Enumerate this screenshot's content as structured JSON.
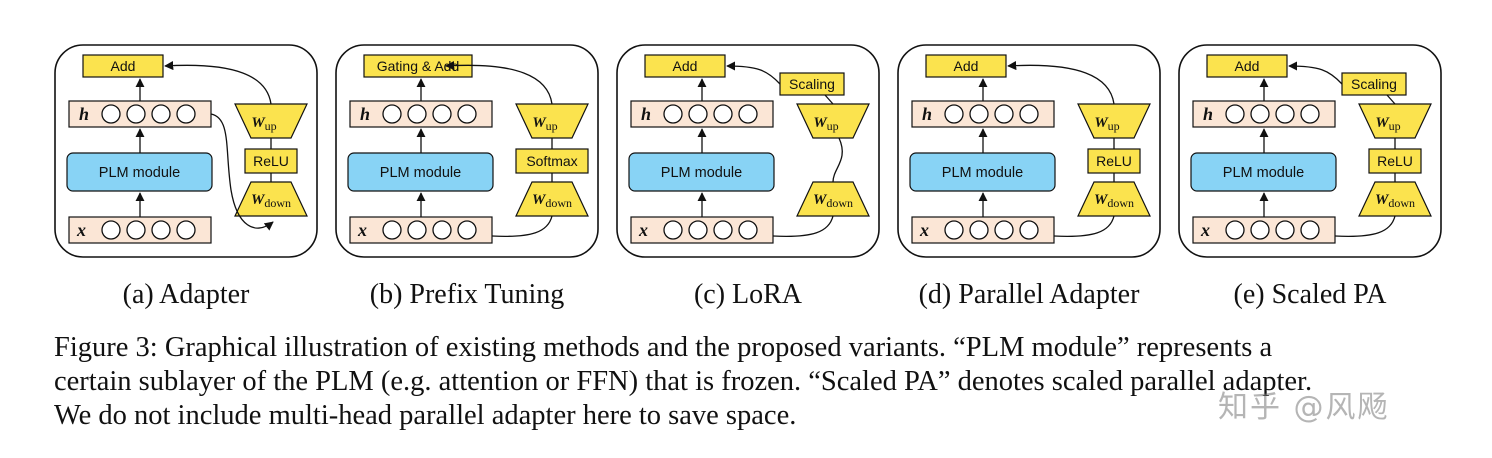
{
  "figure": {
    "panels": [
      {
        "id": "a",
        "caption": "(a) Adapter",
        "add_label": "Add",
        "module_label": "PLM module",
        "hidden_var": "h",
        "input_var": "x",
        "up_label": "W",
        "up_sub": "up",
        "act_label": "ReLU",
        "down_label": "W",
        "down_sub": "down",
        "scaling": ""
      },
      {
        "id": "b",
        "caption": "(b) Prefix Tuning",
        "add_label": "Gating & Add",
        "module_label": "PLM module",
        "hidden_var": "h",
        "input_var": "x",
        "up_label": "W",
        "up_sub": "up",
        "act_label": "Softmax",
        "down_label": "W",
        "down_sub": "down",
        "scaling": ""
      },
      {
        "id": "c",
        "caption": "(c) LoRA",
        "add_label": "Add",
        "module_label": "PLM module",
        "hidden_var": "h",
        "input_var": "x",
        "up_label": "W",
        "up_sub": "up",
        "act_label": "",
        "down_label": "W",
        "down_sub": "down",
        "scaling": "Scaling"
      },
      {
        "id": "d",
        "caption": "(d) Parallel Adapter",
        "add_label": "Add",
        "module_label": "PLM module",
        "hidden_var": "h",
        "input_var": "x",
        "up_label": "W",
        "up_sub": "up",
        "act_label": "ReLU",
        "down_label": "W",
        "down_sub": "down",
        "scaling": ""
      },
      {
        "id": "e",
        "caption": "(e) Scaled PA",
        "add_label": "Add",
        "module_label": "PLM module",
        "hidden_var": "h",
        "input_var": "x",
        "up_label": "W",
        "up_sub": "up",
        "act_label": "ReLU",
        "down_label": "W",
        "down_sub": "down",
        "scaling": "Scaling"
      }
    ]
  },
  "caption": {
    "line1": "Figure 3: Graphical illustration of existing methods and the proposed variants. “PLM module” represents a",
    "line2": "certain sublayer of the PLM (e.g. attention or FFN) that is frozen. “Scaled PA” denotes scaled parallel adapter.",
    "line3": "We do not include multi-head parallel adapter here to save space."
  },
  "watermark": "知乎 @风飏",
  "colors": {
    "yellow": "#fbe34e",
    "blue": "#88d3f5",
    "peach": "#fbe6d6",
    "line": "#111111"
  }
}
